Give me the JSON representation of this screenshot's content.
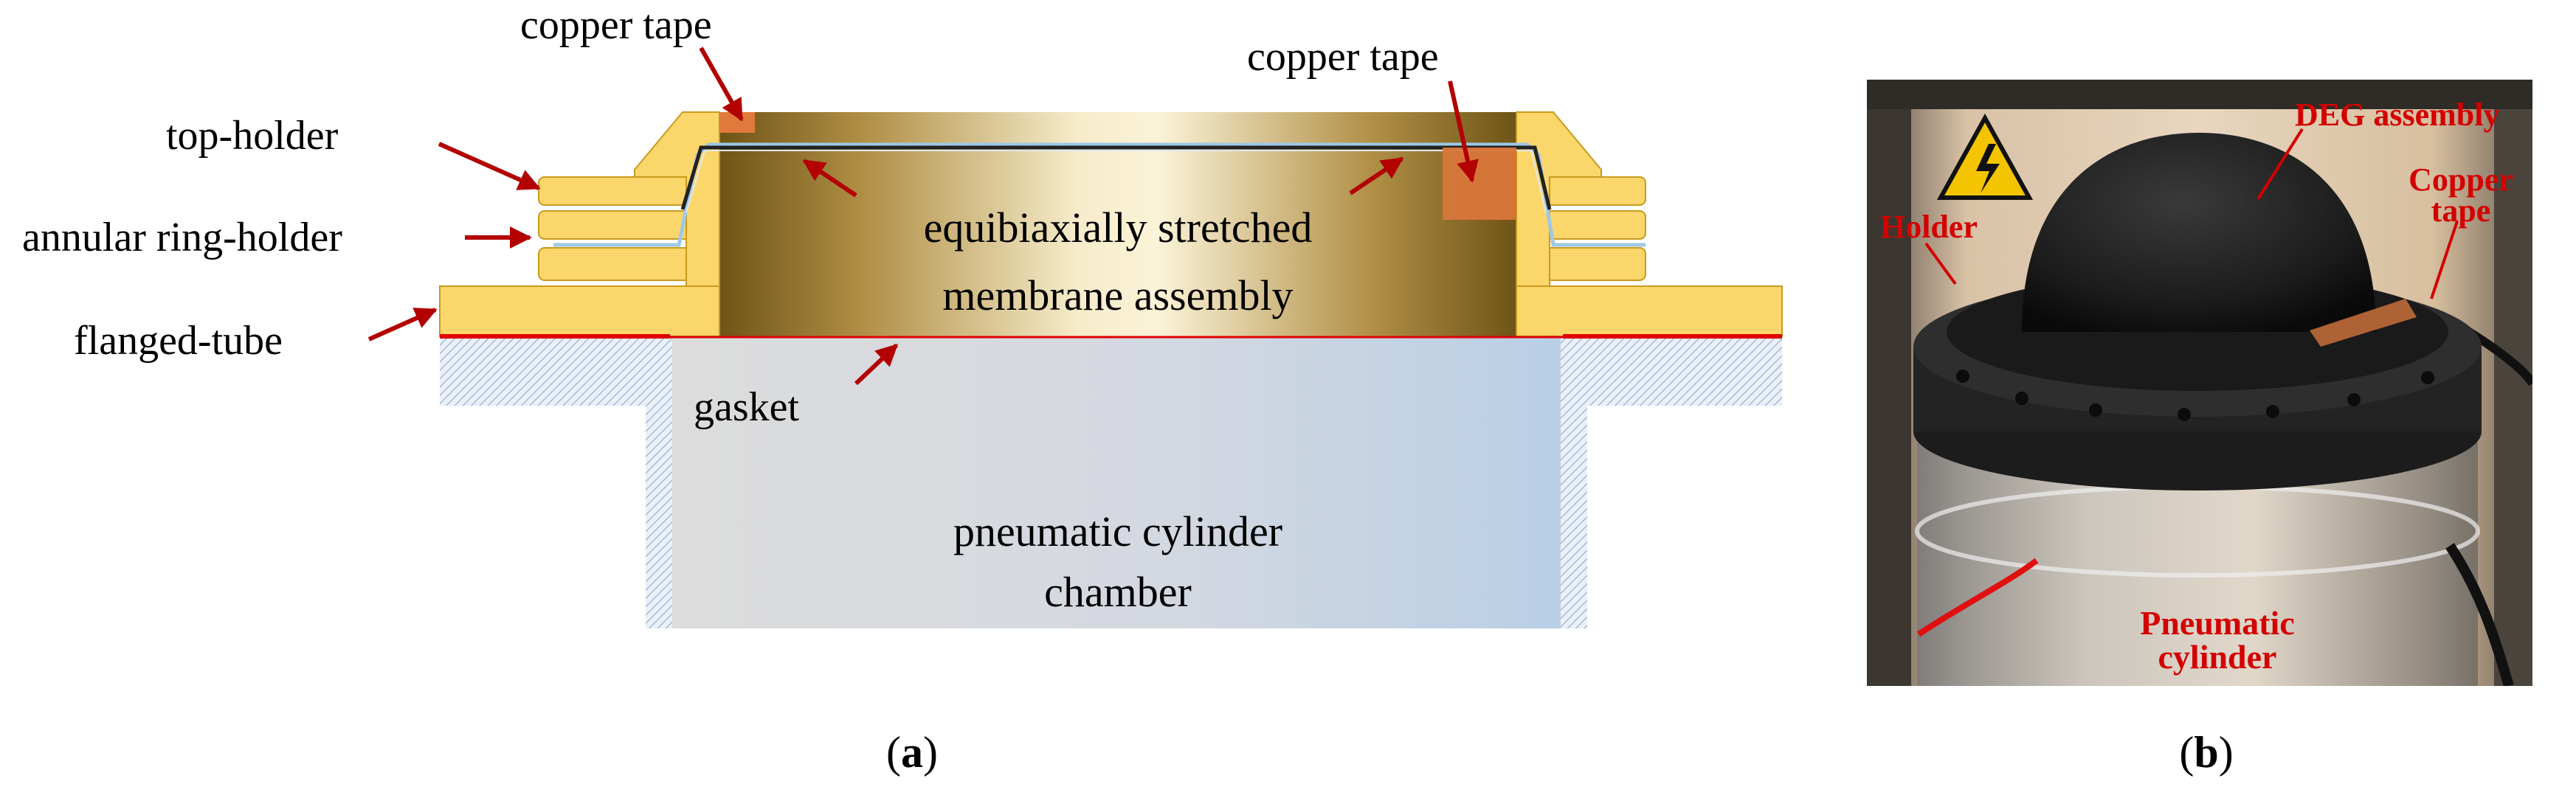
{
  "panel_a": {
    "labels": {
      "copper_tape_left": "copper tape",
      "copper_tape_right": "copper tape",
      "top_holder": "top-holder",
      "annular_ring_holder": "annular ring-holder",
      "flanged_tube": "flanged-tube",
      "membrane_line1": "equibiaxially stretched",
      "membrane_line2": "membrane assembly",
      "gasket": "gasket",
      "chamber_line1": "pneumatic cylinder",
      "chamber_line2": "chamber"
    },
    "caption_open": "(",
    "caption_letter": "a",
    "caption_close": ")"
  },
  "panel_b": {
    "labels": {
      "deg_assembly": "DEG assembly",
      "copper_line1": "Copper",
      "copper_line2": "tape",
      "holder": "Holder",
      "pneumatic_line1": "Pneumatic",
      "pneumatic_line2": "cylinder"
    },
    "caption_open": "(",
    "caption_letter": "b",
    "caption_close": ")"
  },
  "colors": {
    "arrow": "#b30000",
    "holder_yellow": "#fbd66a",
    "holder_edge": "#c99a1e",
    "gasket_red": "#e00000",
    "label_red": "#d40000"
  }
}
